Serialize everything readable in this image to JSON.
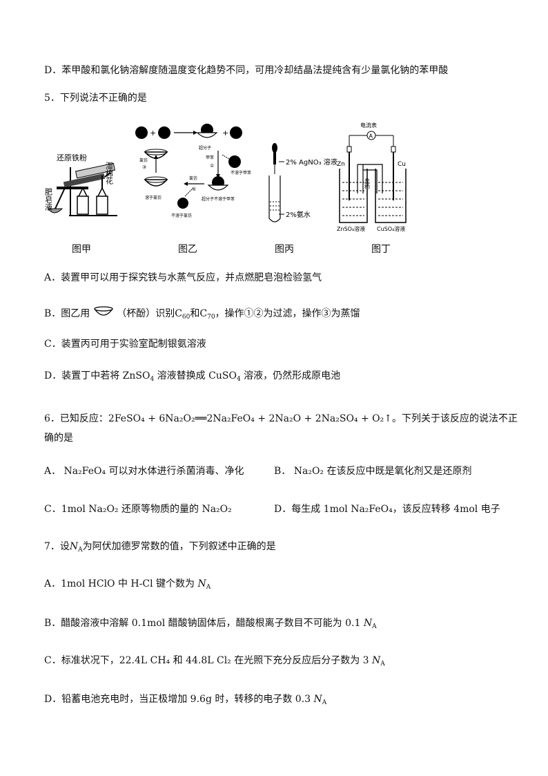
{
  "q4": {
    "d": "D．苯甲酸和氯化钠溶解度随温度变化趋势不同，可用冷却结晶法提纯含有少量氯化钠的苯甲酸"
  },
  "q5": {
    "stem": "5．下列说法不正确的是",
    "figs": {
      "jia_label": "图甲",
      "yi_label": "图乙",
      "bing_label": "图丙",
      "ding_label": "图丁",
      "jia_texts": {
        "iron": "还原铁粉",
        "cotton": "湿棉花",
        "soap": "肥皂液"
      },
      "yi_texts": {
        "supramolecule": "超分子",
        "toluene": "甲苯",
        "step1": "①",
        "insoluble_toluene": "不溶于甲苯",
        "chloroform": "氯仿",
        "step2": "②",
        "step3": "③",
        "soluble_chloroform": "溶于氯仿",
        "insoluble_chloroform": "不溶于氯仿",
        "super_insoluble_toluene": "超分子不溶于甲苯",
        "left_chloroform": "氯仿"
      },
      "bing_texts": {
        "agno3": "2% AgNO₃ 溶液",
        "ammonia": "2%氨水"
      },
      "ding_texts": {
        "meter": "电流表",
        "meter_symbol": "A",
        "zn": "Zn",
        "cu": "Cu",
        "bridge": "盐桥",
        "znso4": "ZnSO₄溶液",
        "cuso4": "CuSO₄溶液"
      }
    },
    "a": "A．装置甲可以用于探究铁与水蒸气反应，并点燃肥皂泡检验氢气",
    "b_pre": "B．图乙用",
    "b_mid": "（杯酚）识别C",
    "b_sub1": "60",
    "b_and": "和C",
    "b_sub2": "70",
    "b_post": "，操作①②为过滤，操作③为蒸馏",
    "c": "C．装置丙可用于实验室配制银氨溶液",
    "d_pre": "D．装置丁中若将 ZnSO",
    "d_sub1": "4",
    "d_mid": " 溶液替换成 CuSO",
    "d_sub2": "4",
    "d_post": " 溶液，仍然形成原电池"
  },
  "q6": {
    "stem1_pre": "6．已知反应：",
    "eq": "2FeSO₄ + 6Na₂O₂══2Na₂FeO₄ + 2Na₂O + 2Na₂SO₄ + O₂↑",
    "stem1_post": "。下列关于该反应的说法不正",
    "stem2": "确的是",
    "a": "A． Na₂FeO₄ 可以对水体进行杀菌消毒、净化",
    "b": "B． Na₂O₂ 在该反应中既是氧化剂又是还原剂",
    "c": "C．1mol  Na₂O₂ 还原等物质的量的 Na₂O₂",
    "d": "D．每生成 1mol  Na₂FeO₄，该反应转移 4mol 电子"
  },
  "q7": {
    "stem_pre": "7．设",
    "stem_na": "N",
    "stem_sub": "A",
    "stem_post": "为阿伏加德罗常数的值，下列叙述中正确的是",
    "a_pre": "A．1mol HClO 中 H-Cl 键个数为",
    "b_pre": "B．醋酸溶液中溶解 0.1mol 醋酸钠固体后，醋酸根离子数目不可能为 0.1",
    "c_pre": "C．标准状况下，22.4L  CH₄ 和 44.8L  Cl₂ 在光照下充分反应后分子数为 3",
    "d_pre": "D．铅蓄电池充电时，当正极增加 9.6g 时，转移的电子数 0.3",
    "na": "N",
    "na_sub": "A"
  }
}
